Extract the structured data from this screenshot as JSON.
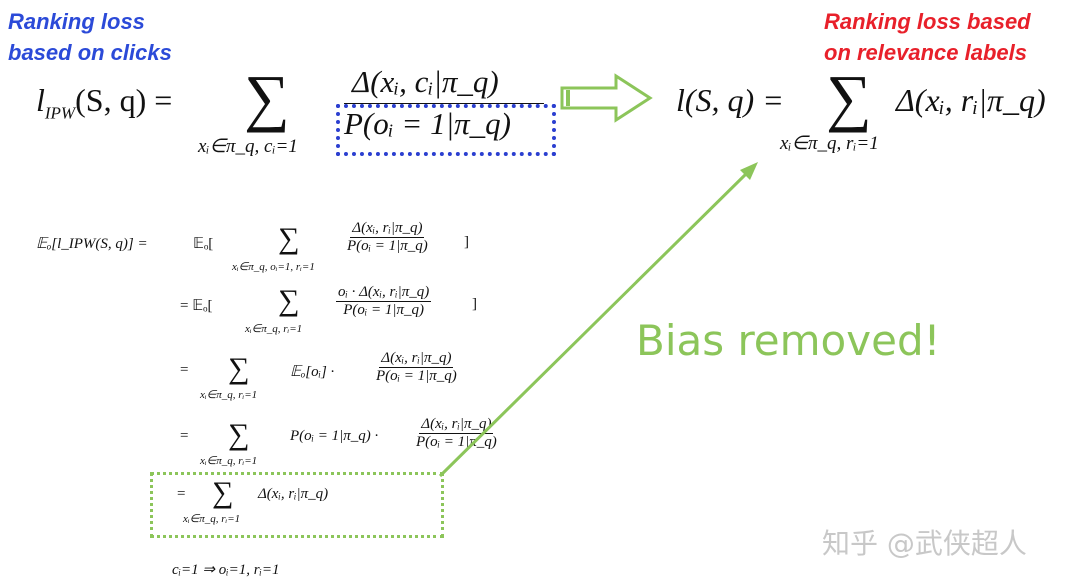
{
  "titles": {
    "left_line1": "Ranking loss",
    "left_line2": "based on clicks",
    "right_line1": "Ranking loss based",
    "right_line2": "on relevance labels"
  },
  "colors": {
    "blue_title": "#2b4ad8",
    "red_title": "#e8202a",
    "green": "#8cc55a",
    "dotted_blue": "#2b3fd0",
    "watermark": "#c8c8c8"
  },
  "ipw_equation": {
    "lhs": "l",
    "lhs_sub": "IPW",
    "lhs_rest": "(S, q) =",
    "sum": "∑",
    "sum_sub": "xᵢ∈π_q, cᵢ=1",
    "numerator": "Δ(xᵢ, cᵢ|π_q)",
    "denominator": "P(oᵢ = 1|π_q)"
  },
  "relevance_equation": {
    "lhs": "l(S, q) =",
    "sum": "∑",
    "sum_sub": "xᵢ∈π_q, rᵢ=1",
    "term": "Δ(xᵢ, rᵢ|π_q)"
  },
  "derivation": {
    "line1": {
      "lhs": "𝔼ₒ[l_IPW(S, q)] =",
      "pre": "𝔼ₒ[",
      "sum_sub": "xᵢ∈π_q, oᵢ=1, rᵢ=1",
      "num": "Δ(xᵢ, rᵢ|π_q)",
      "den": "P(oᵢ = 1|π_q)",
      "post": "]"
    },
    "line2": {
      "pre": "= 𝔼ₒ[",
      "sum_sub": "xᵢ∈π_q, rᵢ=1",
      "num": "oᵢ · Δ(xᵢ, rᵢ|π_q)",
      "den": "P(oᵢ = 1|π_q)",
      "post": "]"
    },
    "line3": {
      "pre": "=",
      "sum_sub": "xᵢ∈π_q, rᵢ=1",
      "mid": "𝔼ₒ[oᵢ] ·",
      "num": "Δ(xᵢ, rᵢ|π_q)",
      "den": "P(oᵢ = 1|π_q)"
    },
    "line4": {
      "pre": "=",
      "sum_sub": "xᵢ∈π_q, rᵢ=1",
      "mid": "P(oᵢ = 1|π_q) ·",
      "num": "Δ(xᵢ, rᵢ|π_q)",
      "den": "P(oᵢ = 1|π_q)"
    },
    "line5": {
      "pre": "=",
      "sum_sub": "xᵢ∈π_q, rᵢ=1",
      "term": "Δ(xᵢ, rᵢ|π_q)"
    },
    "sum": "∑",
    "condition": "cᵢ=1 ⇒ oᵢ=1, rᵢ=1"
  },
  "callout": "Bias removed!",
  "watermark": "知乎 @武侠超人"
}
